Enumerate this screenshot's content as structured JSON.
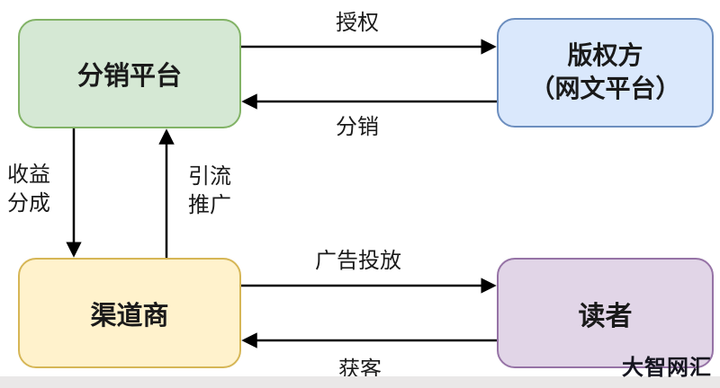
{
  "diagram": {
    "nodes": {
      "distribution": {
        "label": "分销平台",
        "fill": "#d5e8d4",
        "border": "#82b366"
      },
      "copyright": {
        "line1": "版权方",
        "line2": "（网文平台）",
        "fill": "#dae8fc",
        "border": "#6c8ebf"
      },
      "channel": {
        "label": "渠道商",
        "fill": "#fff2cc",
        "border": "#d6b656"
      },
      "reader": {
        "label": "读者",
        "fill": "#e1d5e7",
        "border": "#9673a6"
      }
    },
    "edges": {
      "authorization": {
        "label": "授权",
        "from": "分销平台",
        "to": "版权方（网文平台）"
      },
      "distribution": {
        "label": "分销",
        "from": "版权方（网文平台）",
        "to": "分销平台"
      },
      "revenue_share": {
        "line1": "收益",
        "line2": "分成",
        "from": "分销平台",
        "to": "渠道商"
      },
      "traffic_promotion": {
        "line1": "引流",
        "line2": "推广",
        "from": "渠道商",
        "to": "分销平台"
      },
      "ad_placement": {
        "label": "广告投放",
        "from": "渠道商",
        "to": "读者"
      },
      "customer_acquisition": {
        "label": "获客",
        "from": "读者",
        "to": "渠道商"
      }
    },
    "arrow_color": "#000000",
    "watermark": "大智网汇"
  }
}
